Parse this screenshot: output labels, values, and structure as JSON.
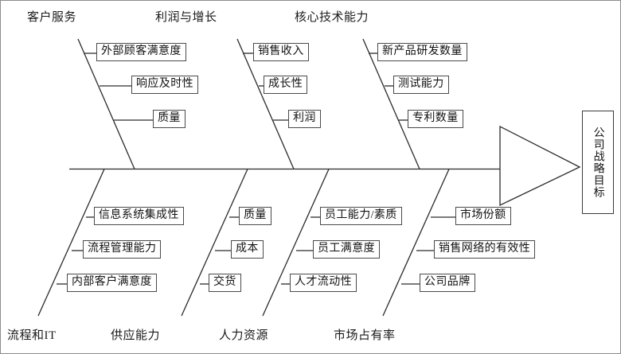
{
  "diagram": {
    "type": "fishbone-ishikawa",
    "title_box": {
      "text": "公司战略目标",
      "orientation": "vertical"
    },
    "arrow_head": "triangle-right",
    "spine": {
      "orientation": "horizontal"
    },
    "categories_top": [
      {
        "label": "客户服务",
        "causes": [
          {
            "text": "外部顾客满意度"
          },
          {
            "text": "响应及时性"
          },
          {
            "text": "质量"
          }
        ]
      },
      {
        "label": "利润与增长",
        "causes": [
          {
            "text": "销售收入"
          },
          {
            "text": "成长性"
          },
          {
            "text": "利润"
          }
        ]
      },
      {
        "label": "核心技术能力",
        "causes": [
          {
            "text": "新产品研发数量"
          },
          {
            "text": "测试能力"
          },
          {
            "text": "专利数量"
          }
        ]
      }
    ],
    "categories_bottom": [
      {
        "label": "流程和IT",
        "causes": [
          {
            "text": "信息系统集成性"
          },
          {
            "text": "流程管理能力"
          },
          {
            "text": "内部客户满意度"
          }
        ]
      },
      {
        "label": "供应能力",
        "causes": [
          {
            "text": "质量"
          },
          {
            "text": "成本"
          },
          {
            "text": "交货"
          }
        ]
      },
      {
        "label": "人力资源",
        "causes": [
          {
            "text": "员工能力/素质"
          },
          {
            "text": "员工满意度"
          },
          {
            "text": "人才流动性"
          }
        ]
      },
      {
        "label": "市场占有率",
        "causes": [
          {
            "text": "市场份额"
          },
          {
            "text": "销售网络的有效性"
          },
          {
            "text": "公司品牌"
          }
        ]
      }
    ],
    "colors": {
      "line": "#2b2b2b",
      "box_border": "#4a4a4a",
      "text": "#121212",
      "background": "#ffffff",
      "frame": "#8c8c8c"
    }
  }
}
